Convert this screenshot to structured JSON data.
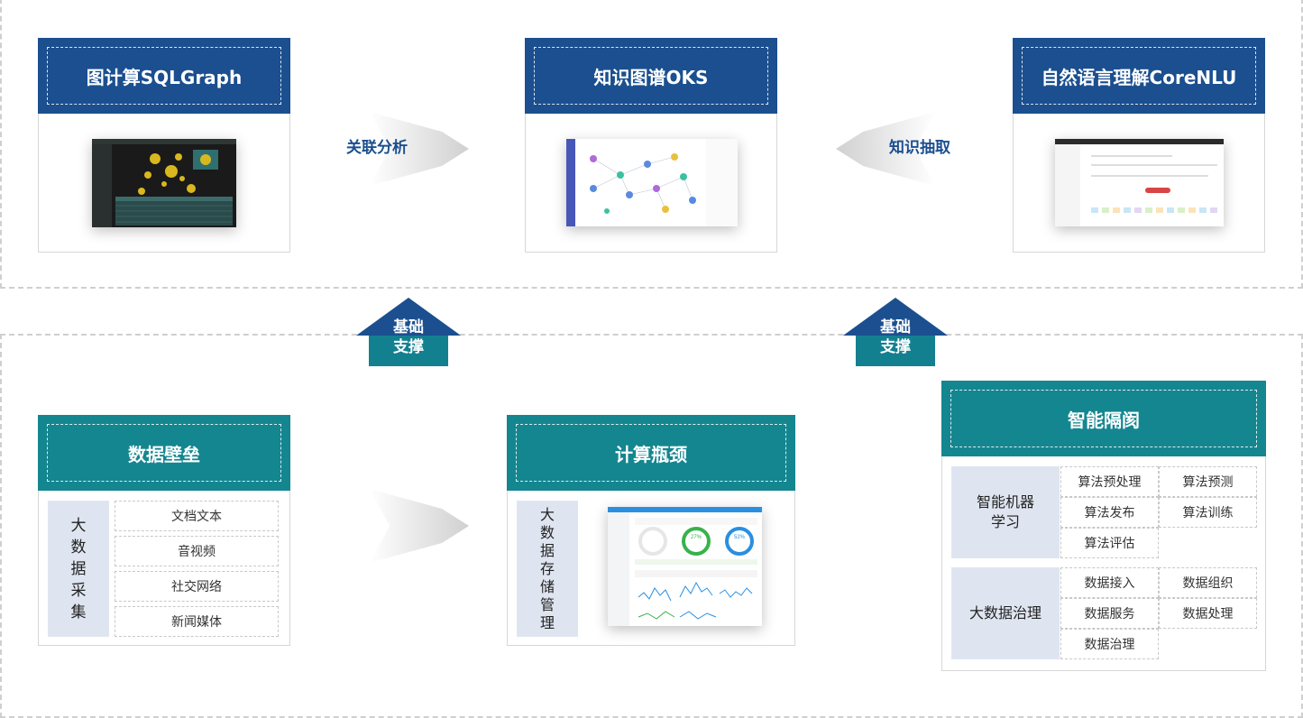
{
  "top_cards": [
    {
      "title": "图计算SQLGraph"
    },
    {
      "title": "知识图谱OKS"
    },
    {
      "title": "自然语言理解CoreNLU"
    }
  ],
  "arrows": {
    "left_label": "关联分析",
    "right_label": "知识抽取",
    "support_left": [
      "基础",
      "支撑"
    ],
    "support_right": [
      "基础",
      "支撑"
    ]
  },
  "bottom": {
    "data_barrier": {
      "title": "数据壁垒",
      "side_label": [
        "大",
        "数",
        "据",
        "采",
        "集"
      ],
      "items": [
        "文档文本",
        "音视频",
        "社交网络",
        "新闻媒体"
      ]
    },
    "compute": {
      "title": "计算瓶颈",
      "side_label": [
        "大",
        "数",
        "据",
        "存",
        "储",
        "管",
        "理"
      ],
      "gauges": [
        "27%",
        "52%"
      ]
    },
    "smart": {
      "title": "智能隔阂",
      "groups": [
        {
          "label": [
            "智能机器",
            "学习"
          ],
          "items": [
            "算法预处理",
            "算法预测",
            "算法发布",
            "算法训练",
            "算法评估"
          ]
        },
        {
          "label": [
            "大数据治理"
          ],
          "items": [
            "数据接入",
            "数据组织",
            "数据服务",
            "数据处理",
            "数据治理"
          ]
        }
      ]
    }
  },
  "colors": {
    "blue": "#1b4f8f",
    "teal": "#148690",
    "label_bg": "#dfe5f0"
  }
}
